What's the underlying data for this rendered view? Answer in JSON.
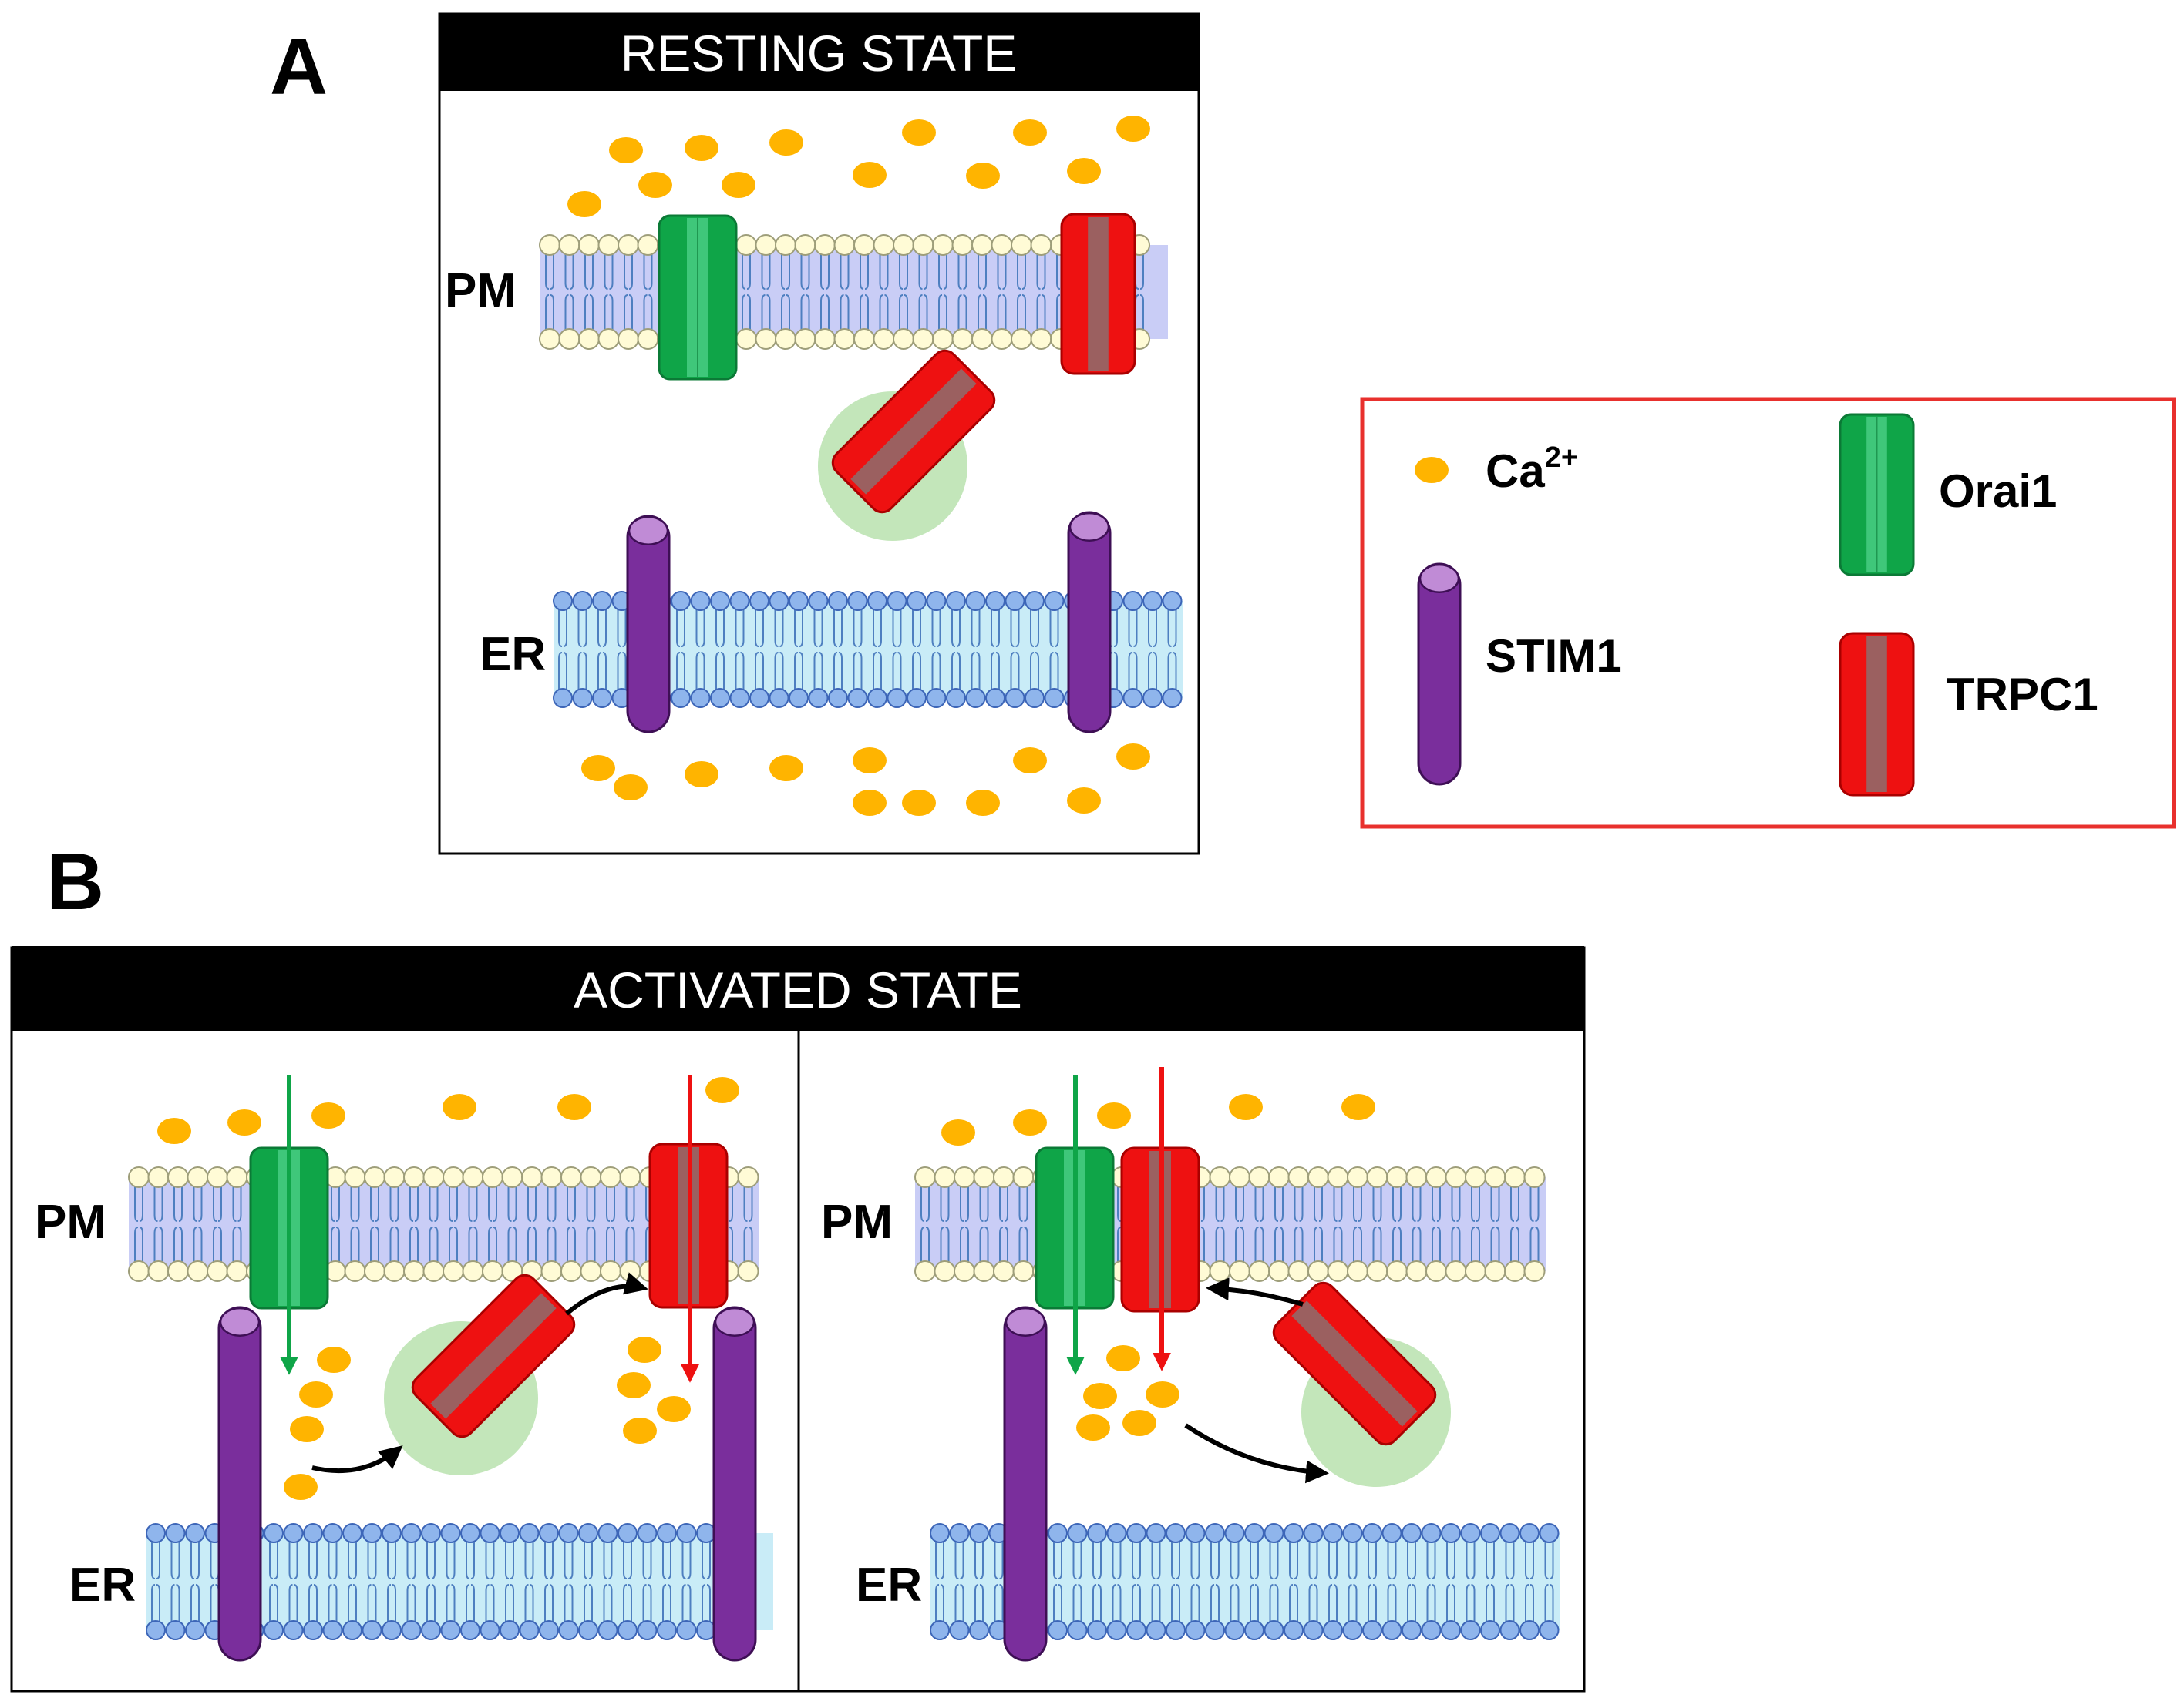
{
  "panels": {
    "a_letter": "A",
    "b_letter": "B",
    "resting_title": "RESTING STATE",
    "activated_title": "ACTIVATED STATE"
  },
  "membrane_labels": {
    "pm": "PM",
    "er": "ER"
  },
  "legend": {
    "ca_label": "Ca",
    "ca_charge": "2+",
    "orai1_label": "Orai1",
    "stim1_label": "STIM1",
    "trpc1_label": "TRPC1"
  },
  "colors": {
    "calcium": "#FFB400",
    "orai1": "#0FA548",
    "orai1_stripe": "#3FC77A",
    "trpc1": "#EE1111",
    "trpc1_core": "#9B6060",
    "stim1": "#7A2E9C",
    "stim1_cap": "#C08BD6",
    "pm_head": "#FFFBD6",
    "pm_head_stroke": "#9E9E7A",
    "pm_band": "#C9CDF6",
    "er_head": "#8FB5EC",
    "er_head_stroke": "#3D66B8",
    "er_band": "#C9ECF7",
    "tail": "#4E7FC0",
    "vesicle": "#B8E2AE",
    "legend_border": "#E8302D",
    "banner": "#000000"
  },
  "icons": [
    "calcium-ion-icon",
    "orai1-channel-icon",
    "trpc1-channel-icon",
    "stim1-protein-icon",
    "vesicle-icon",
    "arrow-icon"
  ]
}
